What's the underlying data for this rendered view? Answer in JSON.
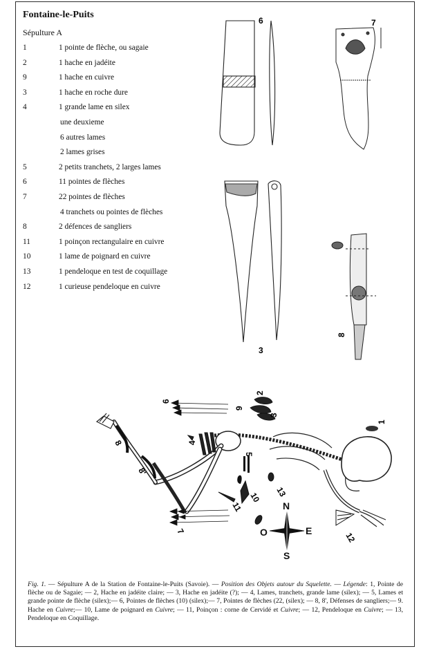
{
  "page": {
    "title": "Fontaine-le-Puits",
    "subtitle": "Sépulture A"
  },
  "inventory": [
    {
      "num": "1",
      "text": "1 pointe de flèche, ou sagaie"
    },
    {
      "num": "2",
      "text": "1 hache en jadéite"
    },
    {
      "num": "9",
      "text": "1 hache en cuivre"
    },
    {
      "num": "3",
      "text": "1 hache en roche dure"
    },
    {
      "num": "4",
      "text": "1 grande lame en silex"
    },
    {
      "num": "",
      "text": "une deuxieme"
    },
    {
      "num": "",
      "text": "6 autres lames"
    },
    {
      "num": "",
      "text": "2 lames grises"
    },
    {
      "num": "5",
      "text": "2 petits tranchets, 2 larges lames"
    },
    {
      "num": "6",
      "text": "11 pointes de flèches"
    },
    {
      "num": "7",
      "text": "22 pointes de flèches"
    },
    {
      "num": "",
      "text": "4 tranchets ou pointes de flèches"
    },
    {
      "num": "8",
      "text": "2 défences de sangliers"
    },
    {
      "num": "11",
      "text": "1 poinçon rectangulaire en cuivre"
    },
    {
      "num": "10",
      "text": "1 lame de poignard en cuivre"
    },
    {
      "num": "13",
      "text": "1 pendeloque en test de coquillage"
    },
    {
      "num": "12",
      "text": "1 curieuse pendeloque en cuivre"
    }
  ],
  "drawing_labels": {
    "l6": "6",
    "l7": "7",
    "l3": "3",
    "l8": "8"
  },
  "plan_labels": {
    "p6": "6",
    "p2": "2",
    "p9": "9",
    "p3": "3",
    "p1": "1",
    "p4": "4",
    "p5": "5",
    "p8": "8",
    "p8b": "8'",
    "p10": "10",
    "p11": "11",
    "p13": "13",
    "p7": "7",
    "p12": "12"
  },
  "compass": {
    "n": "N",
    "s": "S",
    "e": "E",
    "o": "O"
  },
  "caption": {
    "fig": "Fig. 1.",
    "part1": " — Sépulture A de la Station de Fontaine-le-Puits (Savoie). — ",
    "pos": "Position des Objets autour du Squelette.",
    "part2": " — ",
    "legende": "Légende",
    "part3": ": 1, Pointe de flèche ou de Sagaie; — 2, Hache en jadéite claire; — 3, Hache en jadéite (?); — 4, Lames, tranchets, grande lame (silex); — 5, Lames et grande pointe de flèche (silex);— 6, Pointes de flèches (10) (silex);— 7, Pointes de flèches (22, (silex); — 8, 8', Défenses de sangliers;— 9. Hache en ",
    "cuivre1": "Cuivre",
    "part4": ";— 10, Lame de poignard en ",
    "cuivre2": "Cuivre",
    "part5": "; — 11, Poinçon : corne de Cervidé et ",
    "cuivre3": "Cuivre",
    "part6": "; — 12, Pendeloque en ",
    "cuivre4": "Cuivre",
    "part7": "; — 13, Pendeloque en Coquillage."
  }
}
